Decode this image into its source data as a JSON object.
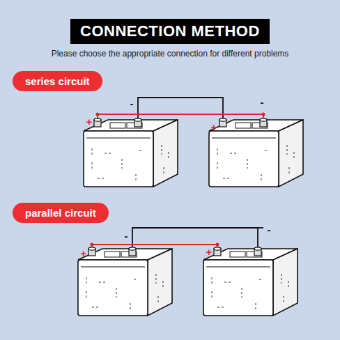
{
  "diagram": {
    "title": "CONNECTION METHOD",
    "nodes": [
      {
        "text": [
          "series circuit"
        ]
      },
      {
        "text": [
          "parallel circuit"
        ]
      }
    ],
    "labels": [
      "Please choose the appropriate connection for different problems",
      "+",
      "-",
      "+",
      "-",
      "+",
      "-",
      "+",
      "-"
    ]
  }
}
